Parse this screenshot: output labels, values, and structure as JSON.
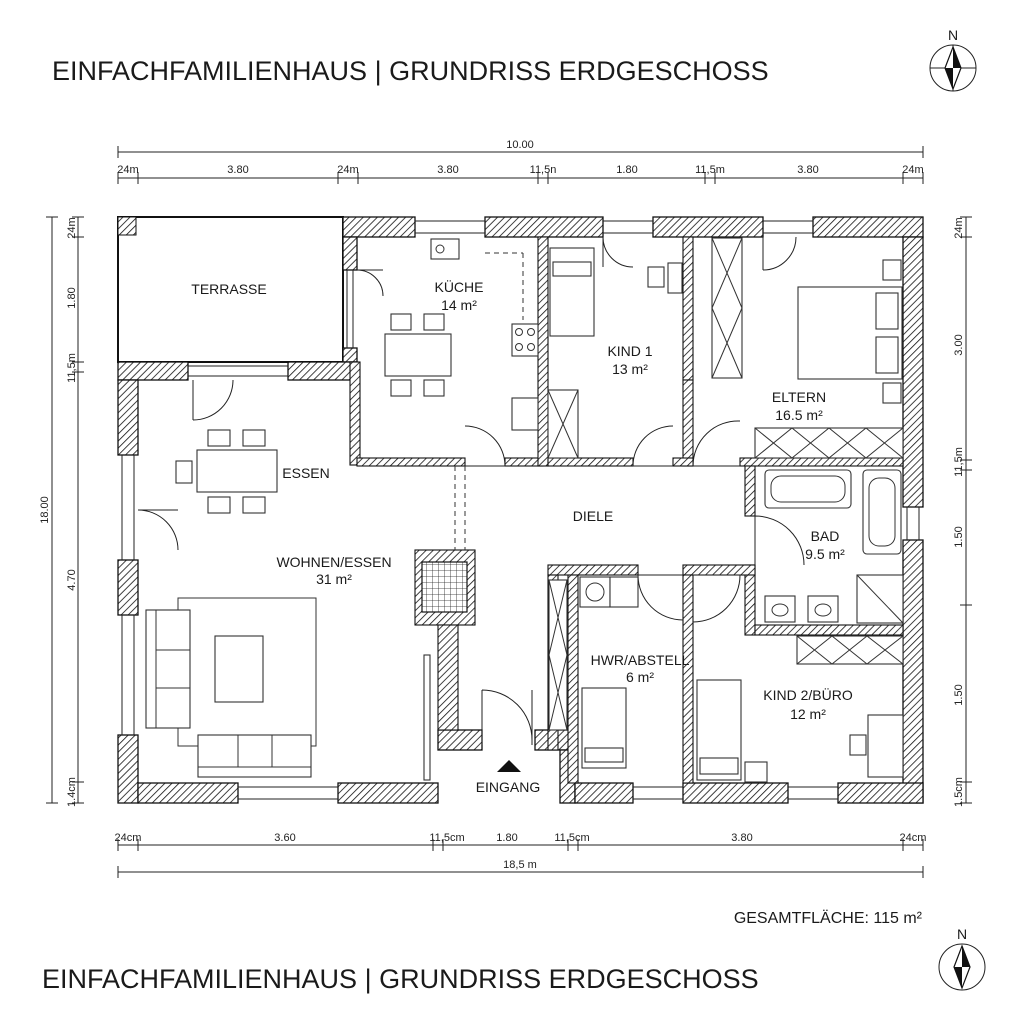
{
  "title_top": "EINFACHFAMILIENHAUS | GRUNDRISS ERDGESCHOSS",
  "title_bottom": "EINFACHFAMILIENHAUS | GRUNDRISS ERDGESCHOSS",
  "north_label": "N",
  "total_area": "GESAMTFLÄCHE: 115 m²",
  "entrance": "EINGANG",
  "rooms": {
    "terrasse": {
      "name": "TERRASSE"
    },
    "kueche": {
      "name": "KÜCHE",
      "area": "14 m²"
    },
    "kind1": {
      "name": "KIND 1",
      "area": "13 m²"
    },
    "eltern": {
      "name": "ELTERN",
      "area": "16.5 m²"
    },
    "essen": {
      "name": "ESSEN"
    },
    "diele": {
      "name": "DIELE"
    },
    "bad": {
      "name": "BAD",
      "area": "9.5 m²"
    },
    "wohnen": {
      "name": "WOHNEN/ESSEN",
      "area": "31 m²"
    },
    "hwr": {
      "name": "HWR/ABSTELL",
      "area": "6 m²"
    },
    "kind2": {
      "name": "KIND 2/BÜRO",
      "area": "12 m²"
    }
  },
  "dims_top": {
    "overall": "10.00",
    "segments": [
      "24m",
      "3.80",
      "24m",
      "3.80",
      "11,5n",
      "1.80",
      "11,5m",
      "3.80",
      "24m"
    ]
  },
  "dims_bottom": {
    "segments": [
      "24cm",
      "3.60",
      "11,5cm",
      "1.80",
      "11,5cm",
      "3.80",
      "24cm"
    ],
    "overall": "18,5 m"
  },
  "dims_left": {
    "overall": "18.00",
    "segments": [
      "24m",
      "1.80",
      "11,5m",
      "4.70",
      "1.4cm"
    ]
  },
  "dims_right": {
    "segments": [
      "24m",
      "3.00",
      "11,5m",
      "1.50",
      "1.50",
      "1.5cm"
    ]
  }
}
